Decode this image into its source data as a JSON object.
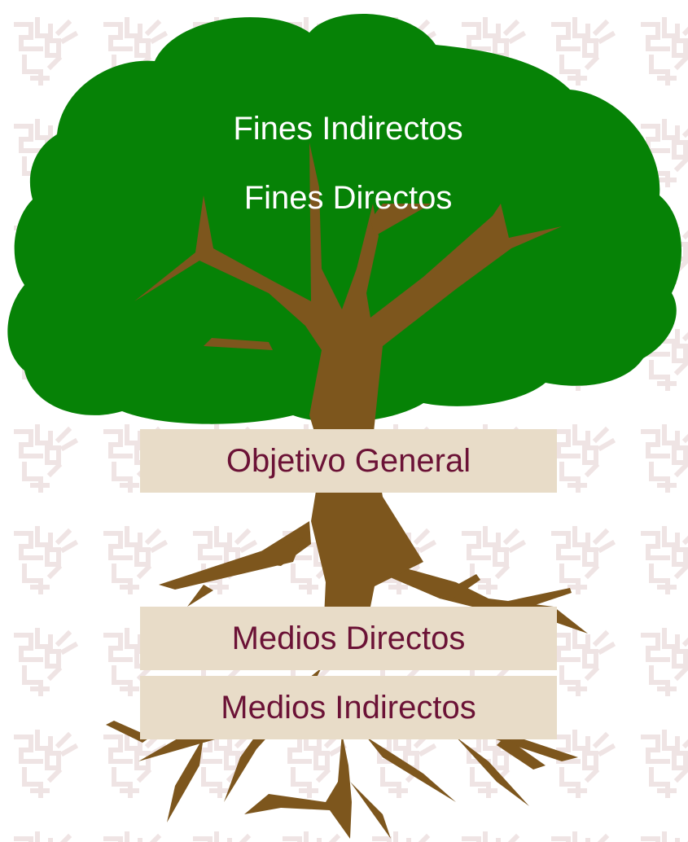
{
  "diagram": {
    "fines_indirectos": "Fines Indirectos",
    "fines_directos": "Fines Directos",
    "objetivo_general": "Objetivo General",
    "medios_directos": "Medios Directos",
    "medios_indirectos": "Medios Indirectos"
  },
  "colors": {
    "canopy": "#068206",
    "trunk": "#7d561d",
    "box_fill": "#e8dcc8",
    "box_text": "#6b1236",
    "canopy_text": "#ffffff",
    "watermark": "#f1e9e9"
  },
  "icons": [
    "tree-canopy-shape",
    "tree-trunk-shape",
    "tree-roots-shape",
    "watermark-pattern"
  ]
}
